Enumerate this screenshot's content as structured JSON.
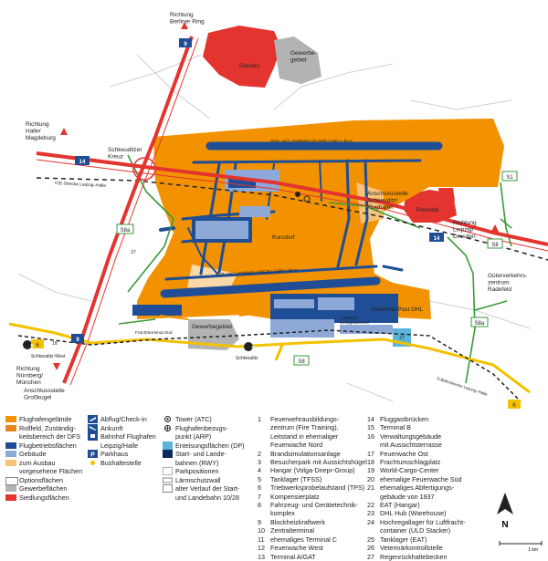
{
  "map_labels": {
    "richtung_berliner_ring": "Richtung\nBerliner Ring",
    "glesien": "Glesien",
    "gewerbegebiet_nord": "Gewerbe-\ngebiet",
    "richtung_halle": "Richtung\nHalle/\nMagdeburg",
    "schkeuditzer_kreuz": "Schkeuditzer\nKreuz",
    "ice_strecke": "ICE-Strecke Leipzig–Halle",
    "runway_north": "Start- und Landebahn (4L/28R) 3.600 × 45 m",
    "runway_south": "Start- und Landebahn (4R/22L) 3.600 × 60 m",
    "anschlussstelle_schkeuditz": "Anschlussstelle\nSchkeuditz/\nFlughafen",
    "freiroda": "Freiroda",
    "kursdorf": "Kursdorf",
    "richtung_leipzig": "Richtung\nLeipzig/\nDresden",
    "gueterverkehrszentrum": "Güterverkehrs-\nzentrum\nRadefeld",
    "deutsche_post_dhl": "Deutsche Post DHL",
    "luftfracht": "Luftfracht-\nschlagebahnhof",
    "gewerbegebiet_sued": "Gewerbegebiet",
    "fracht_sued": "Frachtterminal Süd",
    "schkeuditz_west": "Schkeuditz-West",
    "schkeuditz": "Schkeuditz",
    "richtung_nuernberg": "Richtung\nNürnberg/\nMünchen",
    "anschlussstelle_grosskugel": "Anschlussstelle\nGroßkugel",
    "s_bahn_strecke": "S-Bahnstrecke Leipzig–Halle",
    "a9": "9",
    "a14": "14",
    "s1": "S1",
    "s8a_west": "S8a",
    "s8a_east": "S8a",
    "s8_east": "S8",
    "s8_south": "S8",
    "b6_west": "6",
    "b6_east": "6",
    "n18": "18",
    "n27a": "27",
    "n27b": "27",
    "s_west": "S",
    "s_schkeuditz": "S",
    "km": "1 km",
    "north": "N"
  },
  "legend": {
    "areas": [
      {
        "label": "Flughafengelände",
        "color": "#f39200"
      },
      {
        "label": "Rollfeld, Zuständig-\nkeitsbereich der DFS",
        "color": "#e8861e"
      },
      {
        "label": "Flugbetriebsflächen",
        "color": "#1f4e96"
      },
      {
        "label": "Gebäude",
        "color": "#8ea9d8"
      },
      {
        "label": "zum Ausbau\nvorgesehene Flächen",
        "color": "#f7c27a"
      },
      {
        "label": "Optionsflächen",
        "color": "#ffffff"
      },
      {
        "label": "Gewerbeflächen",
        "color": "#b3b3b3"
      },
      {
        "label": "Siedlungsflächen",
        "color": "#e3342f"
      }
    ],
    "symbols_a": [
      {
        "icon": "plane-departure-icon",
        "label": "Abflug/Check-in"
      },
      {
        "icon": "plane-arrival-icon",
        "label": "Ankunft"
      },
      {
        "icon": "train-icon",
        "label": "Bahnhof Flughafen\nLeipzig/Halle"
      },
      {
        "icon": "parking-icon",
        "label": "Parkhaus"
      },
      {
        "icon": "bus-icon",
        "label": "Bushaltestelle"
      }
    ],
    "symbols_b": [
      {
        "icon": "tower-icon",
        "label": "Tower (ATC)"
      },
      {
        "icon": "reference-point-icon",
        "label": "Flughafenbezugs-\npunkt (ARP)"
      },
      {
        "icon": "deicing-icon",
        "label": "Enteisungsflächen (DP)"
      },
      {
        "icon": "runway-icon",
        "label": "Start- und Lande-\nbahnen (RWY)"
      },
      {
        "icon": "parking-position-icon",
        "label": "Parkpositionen"
      },
      {
        "icon": "noise-wall-icon",
        "label": "Lärmschutzwall"
      },
      {
        "icon": "old-runway-icon",
        "label": "alter Verlauf der Start-\nund Landebahn 10/28"
      }
    ]
  },
  "key_left": [
    {
      "n": "1",
      "t": "Feuerwehrausbildungs-\nzentrum (Fire Training),\nLeitstand in ehemaliger\nFeuerwache Nord"
    },
    {
      "n": "2",
      "t": "Brandsimulationsanlage"
    },
    {
      "n": "3",
      "t": "Besucherpark mit Aussichtshügel"
    },
    {
      "n": "4",
      "t": "Hangar (Volga-Dnepr-Group)"
    },
    {
      "n": "5",
      "t": "Tanklager (TFSS)"
    },
    {
      "n": "6",
      "t": "Triebwerksprobelaufstand (TPS)"
    },
    {
      "n": "7",
      "t": "Kompensierplatz"
    },
    {
      "n": "8",
      "t": "Fahrzeug- und Gerätetechnik-\nkomplex"
    },
    {
      "n": "9",
      "t": "Blockheizkraftwerk"
    },
    {
      "n": "10",
      "t": "Zentralterminal"
    },
    {
      "n": "11",
      "t": "ehemaliges Terminal C"
    },
    {
      "n": "12",
      "t": "Feuerwache West"
    },
    {
      "n": "13",
      "t": "Terminal A/GAT"
    }
  ],
  "key_right": [
    {
      "n": "14",
      "t": "Fluggastbrücken"
    },
    {
      "n": "15",
      "t": "Terminal B"
    },
    {
      "n": "16",
      "t": "Verwaltungsgebäude\nmit Aussichtsterrasse"
    },
    {
      "n": "17",
      "t": "Feuerwache Ost"
    },
    {
      "n": "18",
      "t": "Frachtumschlagplatz"
    },
    {
      "n": "19",
      "t": "World-Cargo-Center"
    },
    {
      "n": "20",
      "t": "ehemalige Feuerwache Süd"
    },
    {
      "n": "21",
      "t": "ehemaliges Abfertigungs-\ngebäude von 1937"
    },
    {
      "n": "22",
      "t": "EAT (Hangar)"
    },
    {
      "n": "23",
      "t": "DHL Hub (Warehouse)"
    },
    {
      "n": "24",
      "t": "Hochregallager für Luftfracht-\ncontainer (ULD Stacker)"
    },
    {
      "n": "25",
      "t": "Tanklager (EAT)"
    },
    {
      "n": "26",
      "t": "Veterinärkontrollstelle"
    },
    {
      "n": "27",
      "t": "Regenrückhaltebecken"
    }
  ],
  "colors": {
    "airport": "#f39200",
    "taxiway": "#1f4e96",
    "building": "#8ea9d8",
    "settlement": "#e3342f",
    "commercial": "#b3b3b3",
    "motorway": "#e3342f",
    "rail": "#222222",
    "green_road": "#3a9a3a",
    "yellow_road": "#f2c200"
  }
}
